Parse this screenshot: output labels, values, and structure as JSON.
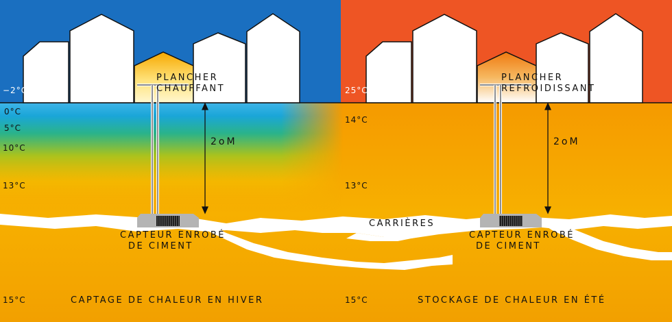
{
  "winter": {
    "caption": "CAPTAGE DE CHALEUR EN HIVER",
    "system_line1": "PLANCHER",
    "system_line2": "CHAUFFANT",
    "sensor_line1": "CAPTEUR ENROBÉ",
    "sensor_line2": "DE CIMENT",
    "depth": "2oM",
    "temps": {
      "air": "−2°C",
      "t0": "0°C",
      "t5": "5°C",
      "t10": "10°C",
      "t13": "13°C",
      "t15": "15°C"
    }
  },
  "summer": {
    "caption": "STOCKAGE DE CHALEUR EN ÉTÉ",
    "system_line1": "PLANCHER",
    "system_line2": "REFROIDISSANT",
    "sensor_line1": "CAPTEUR ENROBÉ",
    "sensor_line2": "DE CIMENT",
    "depth": "2oM",
    "temps": {
      "air": "25°C",
      "t14": "14°C",
      "t13": "13°C",
      "t15": "15°C"
    }
  },
  "quarries_label": "CARRIÈRES",
  "colors": {
    "winter_sky": "#1a6fc0",
    "summer_sky": "#ee5524",
    "ground": "#f4a300",
    "frost": "#3fb4e8",
    "quarry": "#ffffff"
  }
}
